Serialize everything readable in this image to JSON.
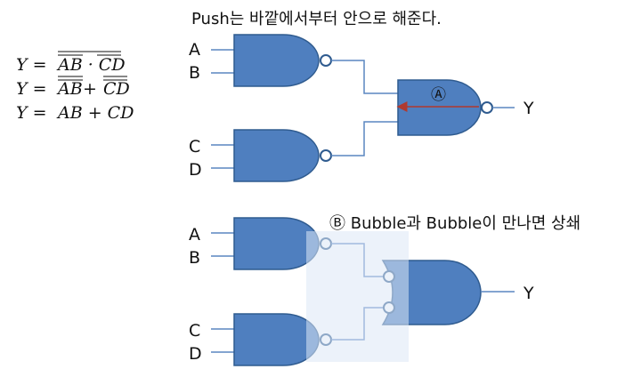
{
  "title": "Push는 바깥에서부터 안으로 해준다.",
  "equations": {
    "lhs": "Y =",
    "eq1": "AB · CD",
    "eq2_a": "AB",
    "eq2_op": " + ",
    "eq2_b": "CD",
    "eq3": "AB + CD"
  },
  "top_circuit": {
    "inputs": [
      "A",
      "B",
      "C",
      "D"
    ],
    "output": "Y",
    "marker": "Ⓐ"
  },
  "bottom_circuit": {
    "note": "Ⓑ Bubble과 Bubble이 만나면 상쇄",
    "inputs": [
      "A",
      "B",
      "C",
      "D"
    ],
    "output": "Y"
  },
  "colors": {
    "gate_fill": "#4f7fbf",
    "gate_stroke": "#2f5b8f",
    "highlight": "#dde8f6",
    "arrow": "#b0392e"
  }
}
